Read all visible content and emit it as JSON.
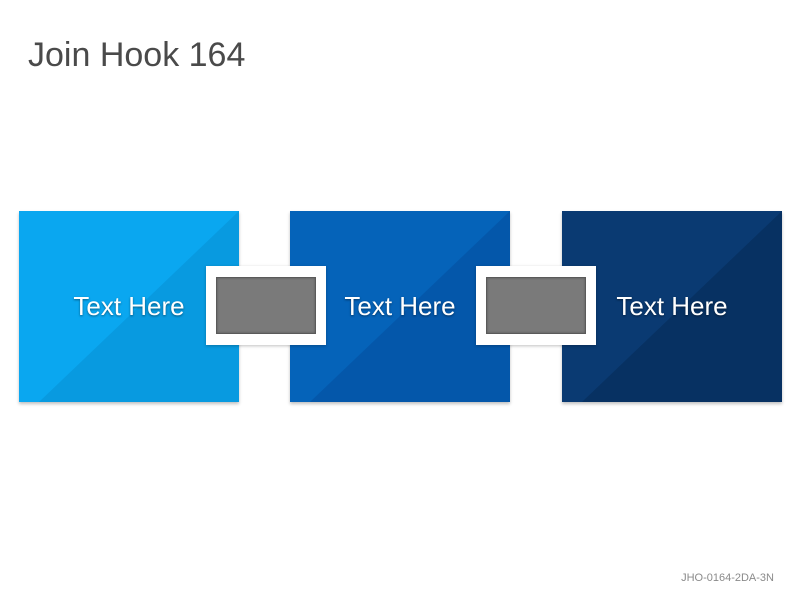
{
  "title": "Join Hook 164",
  "blocks": [
    {
      "label": "Text Here",
      "color": "#0aa7f0",
      "shade": "#0790d4"
    },
    {
      "label": "Text Here",
      "color": "#0563b9",
      "shade": "#034f9e"
    },
    {
      "label": "Text Here",
      "color": "#0a3a72",
      "shade": "#062a55"
    }
  ],
  "connector_fill": "#7a7a7a",
  "footer_code": "JHO-0164-2DA-3N"
}
